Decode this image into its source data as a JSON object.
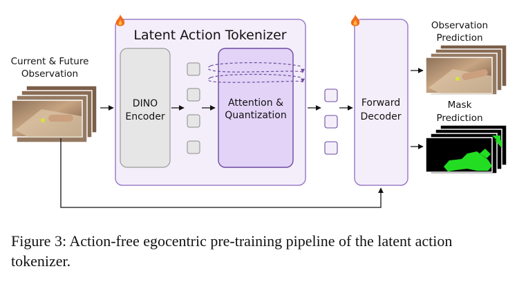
{
  "labels": {
    "input_line1": "Current & Future",
    "input_line2": "Observation",
    "tokenizer_title": "Latent Action Tokenizer",
    "encoder_line1": "DINO",
    "encoder_line2": "Encoder",
    "quant_line1": "Attention &",
    "quant_line2": "Quantization",
    "decoder_line1": "Forward",
    "decoder_line2": "Decoder",
    "obs_pred_line1": "Observation",
    "obs_pred_line2": "Prediction",
    "mask_pred_line1": "Mask",
    "mask_pred_line2": "Prediction"
  },
  "caption": "Figure 3: Action-free egocentric pre-training pipeline of the latent action tokenizer.",
  "colors": {
    "tokenizer_fill": "#f4eefb",
    "tokenizer_stroke": "#9b7fc7",
    "encoder_fill": "#e6e6e6",
    "quant_fill": "#e2d3f7",
    "mask_green": "#22dd22",
    "flame": "#f26a1b"
  },
  "icons": [
    "flame-icon",
    "flame-icon"
  ]
}
